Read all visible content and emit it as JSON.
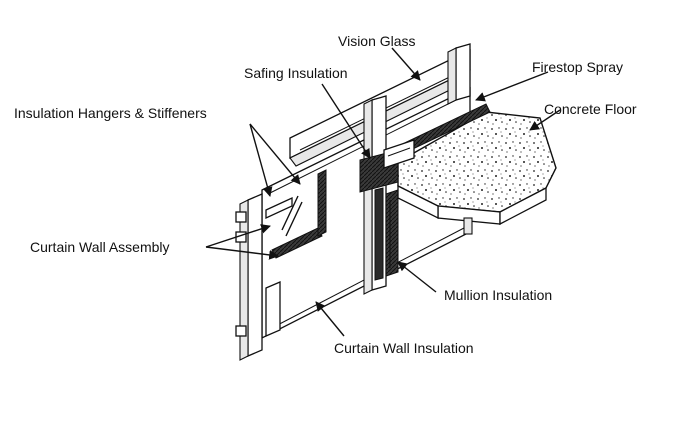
{
  "labels": {
    "vision_glass": "Vision Glass",
    "safing_insulation": "Safing Insulation",
    "firestop_spray": "Firestop Spray",
    "concrete_floor": "Concrete Floor",
    "insulation_hangers": "Insulation Hangers & Stiffeners",
    "curtain_wall_assembly": "Curtain Wall Assembly",
    "mullion_insulation": "Mullion Insulation",
    "curtain_wall_insulation": "Curtain Wall Insulation"
  }
}
